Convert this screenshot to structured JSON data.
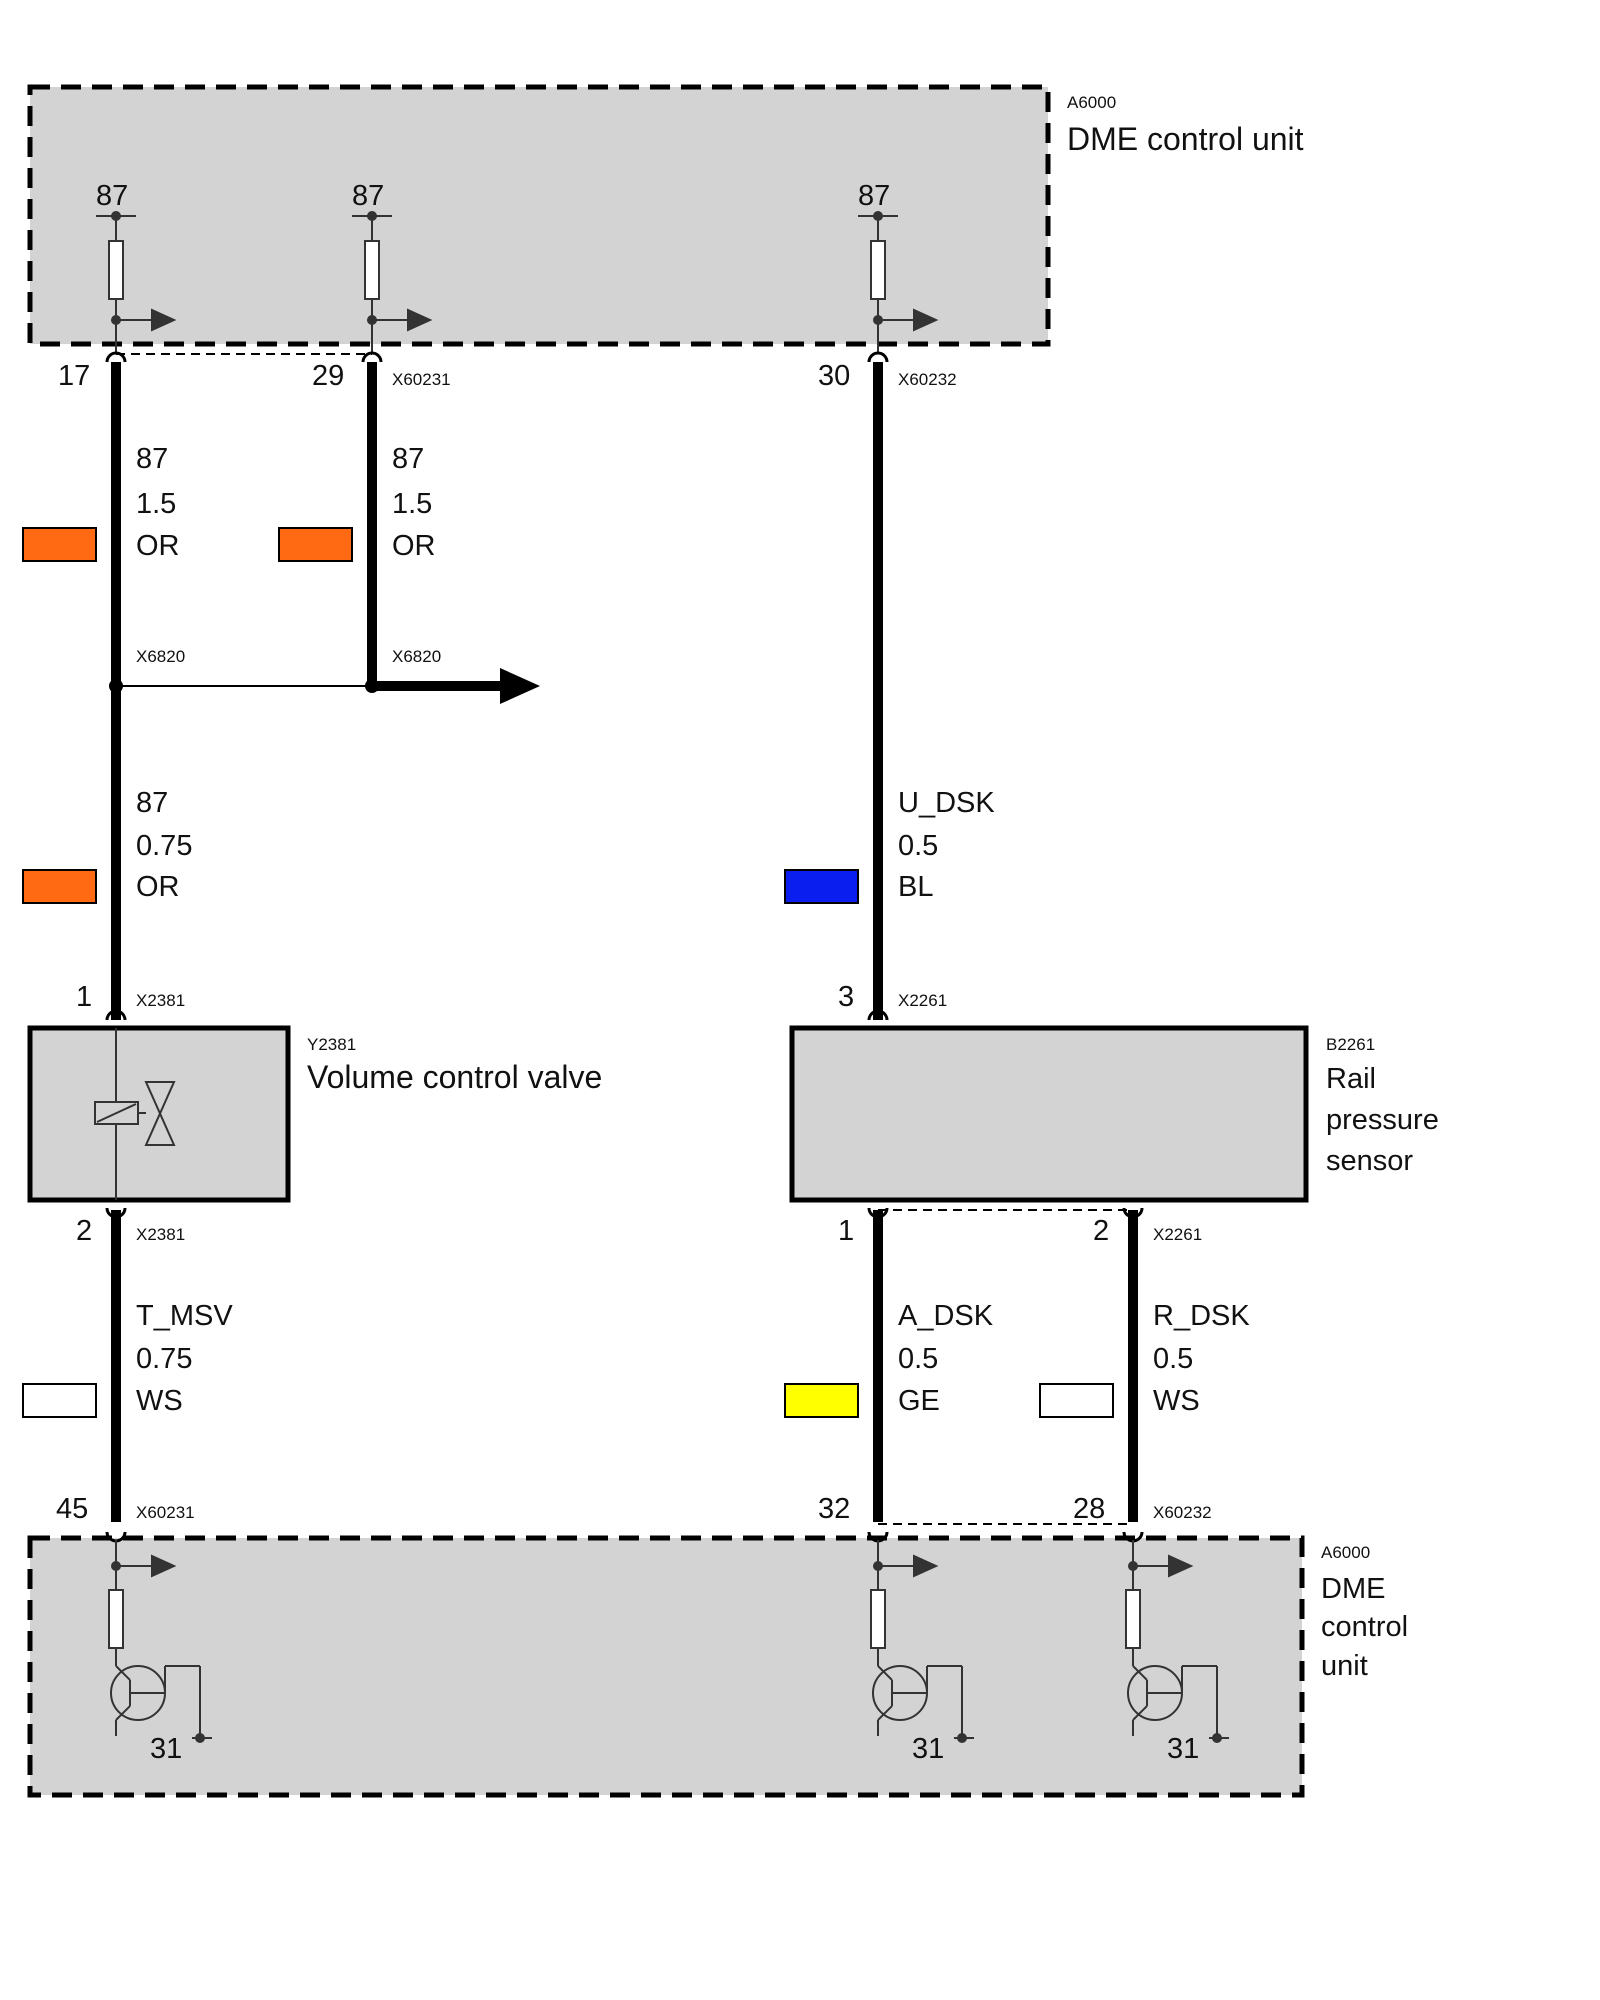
{
  "colors": {
    "box_fill": "#d3d3d3",
    "wire": "#000000",
    "OR": "#ff6a13",
    "BL": "#0a1ef0",
    "GE": "#ffff00",
    "WS": "#ffffff"
  },
  "top_unit": {
    "id": "A6000",
    "name": "DME control unit",
    "terminals": [
      "87",
      "87",
      "87"
    ]
  },
  "bottom_unit": {
    "id": "A6000",
    "name_lines": [
      "DME",
      "control",
      "unit"
    ],
    "grounds": [
      "31",
      "31",
      "31"
    ]
  },
  "valve": {
    "id": "Y2381",
    "name": "Volume control valve"
  },
  "sensor": {
    "id": "B2261",
    "name_lines": [
      "Rail",
      "pressure",
      "sensor"
    ]
  },
  "pins": {
    "p17": "17",
    "p29": "29",
    "p30": "30",
    "v1": "1",
    "v2": "2",
    "s3": "3",
    "s1": "1",
    "s2": "2",
    "p45": "45",
    "p32": "32",
    "p28": "28"
  },
  "connectors": {
    "c29": "X60231",
    "c30": "X60232",
    "split_a": "X6820",
    "split_b": "X6820",
    "v_top": "X2381",
    "v_bot": "X2381",
    "s_top": "X2261",
    "s_bot": "X2261",
    "c45": "X60231",
    "c28": "X60232"
  },
  "wires": [
    {
      "signal": "87",
      "size": "1.5",
      "color": "OR"
    },
    {
      "signal": "87",
      "size": "1.5",
      "color": "OR"
    },
    {
      "signal": "87",
      "size": "0.75",
      "color": "OR"
    },
    {
      "signal": "U_DSK",
      "size": "0.5",
      "color": "BL"
    },
    {
      "signal": "T_MSV",
      "size": "0.75",
      "color": "WS"
    },
    {
      "signal": "A_DSK",
      "size": "0.5",
      "color": "GE"
    },
    {
      "signal": "R_DSK",
      "size": "0.5",
      "color": "WS"
    }
  ]
}
